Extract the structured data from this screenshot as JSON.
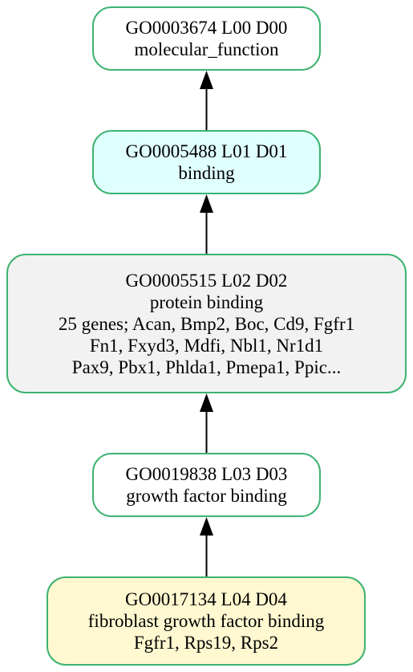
{
  "nodes": {
    "go0003674": {
      "lines": [
        "GO0003674 L00 D00",
        "molecular_function"
      ],
      "fill": "#ffffff"
    },
    "go0005488": {
      "lines": [
        "GO0005488 L01 D01",
        "binding"
      ],
      "fill": "#e0ffff"
    },
    "go0005515": {
      "lines": [
        "GO0005515 L02 D02",
        "protein binding",
        "25 genes; Acan, Bmp2, Boc, Cd9, Fgfr1",
        "Fn1, Fxyd3, Mdfi, Nbl1, Nr1d1",
        "Pax9, Pbx1, Phlda1, Pmepa1, Ppic..."
      ],
      "fill": "#f2f2f2"
    },
    "go0019838": {
      "lines": [
        "GO0019838 L03 D03",
        "growth factor binding"
      ],
      "fill": "#ffffff"
    },
    "go0017134": {
      "lines": [
        "GO0017134 L04 D04",
        "fibroblast growth factor binding",
        "Fgfr1, Rps19, Rps2"
      ],
      "fill": "#fff8d0"
    }
  },
  "edges": [
    {
      "from": "go0005488",
      "to": "go0003674"
    },
    {
      "from": "go0005515",
      "to": "go0005488"
    },
    {
      "from": "go0019838",
      "to": "go0005515"
    },
    {
      "from": "go0017134",
      "to": "go0019838"
    }
  ],
  "colors": {
    "border": "#3cb371",
    "edge": "#000000"
  }
}
